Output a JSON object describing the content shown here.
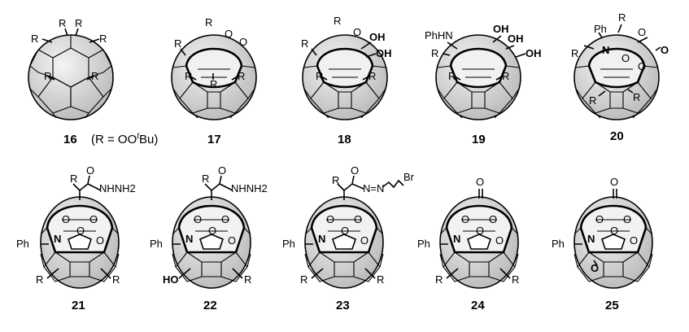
{
  "figure": {
    "note": "(R = OO",
    "note_sup": "t",
    "note_end": "Bu)",
    "colors": {
      "sphere": "#d4d4d4",
      "shade": "#ededed",
      "stroke": "#000000"
    }
  },
  "molecules": [
    {
      "id": "16",
      "labels": [
        "R",
        "R",
        "R",
        "R",
        "R",
        "R"
      ]
    },
    {
      "id": "17",
      "labels": [
        "R",
        "O",
        "O",
        "R",
        "R",
        "R",
        "R"
      ]
    },
    {
      "id": "18",
      "labels": [
        "R",
        "O",
        "OH",
        "OH",
        "R",
        "R",
        "R"
      ]
    },
    {
      "id": "19",
      "labels": [
        "PhHN",
        "R",
        "OH",
        "OH",
        "OH",
        "R",
        "R"
      ]
    },
    {
      "id": "20",
      "labels": [
        "R",
        "Ph",
        "R",
        "N",
        "O",
        "O",
        "O",
        "O",
        "R",
        "R"
      ]
    },
    {
      "id": "21",
      "labels": [
        "R",
        "O",
        "NHNH2",
        "O",
        "O",
        "Ph",
        "N",
        "O",
        "O",
        "R",
        "R"
      ]
    },
    {
      "id": "22",
      "labels": [
        "R",
        "O",
        "NHNH2",
        "O",
        "O",
        "Ph",
        "N",
        "O",
        "O",
        "HO",
        "R"
      ]
    },
    {
      "id": "23",
      "labels": [
        "O",
        "R",
        "N=N",
        "Br",
        "O",
        "O",
        "Ph",
        "N",
        "O",
        "O",
        "R",
        "R"
      ]
    },
    {
      "id": "24",
      "labels": [
        "O",
        "O",
        "O",
        "Ph",
        "N",
        "O",
        "O",
        "R",
        "R"
      ]
    },
    {
      "id": "25",
      "labels": [
        "O",
        "O",
        "O",
        "Ph",
        "N",
        "O",
        "O",
        "O"
      ]
    }
  ]
}
